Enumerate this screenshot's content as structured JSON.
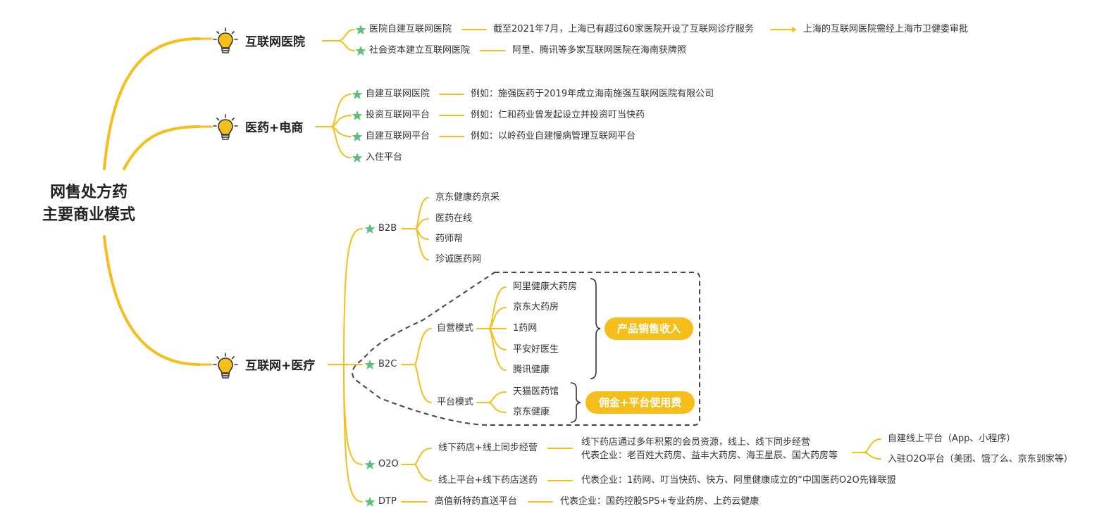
{
  "colors": {
    "branch": "#f6be1b",
    "star": "#5cc07a",
    "pill": "#f6be1b",
    "dashed": "#444444"
  },
  "icons": {
    "bulb": "lightbulb-icon",
    "star": "star-icon"
  },
  "root": {
    "line1": "网售处方药",
    "line2": "主要商业模式"
  },
  "branches": {
    "hospital": {
      "label": "互联网医院",
      "items": {
        "a": {
          "label": "医院自建互联网医院",
          "detail": "截至2021年7月，上海已有超过60家医院开设了互联网诊疗服务",
          "detail2": "上海的互联网医院需经上海市卫健委审批"
        },
        "b": {
          "label": "社会资本建立互联网医院",
          "detail": "阿里、腾讯等多家互联网医院在海南获牌照"
        }
      }
    },
    "pharma": {
      "label": "医药+电商",
      "items": {
        "a": {
          "label": "自建互联网医院",
          "detail": "例如：施强医药于2019年成立海南施强互联网医院有限公司"
        },
        "b": {
          "label": "投资互联网平台",
          "detail": "例如：仁和药业曾发起设立并投资叮当快药"
        },
        "c": {
          "label": "自建互联网平台",
          "detail": "例如：以岭药业自建慢病管理互联网平台"
        },
        "d": {
          "label": "入住平台"
        }
      }
    },
    "medical": {
      "label": "互联网+医疗",
      "b2b": {
        "label": "B2B",
        "items": [
          "京东健康药京采",
          "医药在线",
          "药师帮",
          "珍诚医药网"
        ]
      },
      "b2c": {
        "label": "B2C",
        "self": {
          "label": "自营模式",
          "items": [
            "阿里健康大药房",
            "京东大药房",
            "1药网",
            "平安好医生",
            "腾讯健康"
          ],
          "revenue": "产品销售收入"
        },
        "platform": {
          "label": "平台模式",
          "items": [
            "天猫医药馆",
            "京东健康"
          ],
          "revenue": "佣金+平台使用费"
        }
      },
      "o2o": {
        "label": "O2O",
        "a": {
          "label": "线下药店+线上同步经营",
          "detail1": "线下药店通过多年积累的会员资源，线上、线下同步经营",
          "detail2": "代表企业：老百姓大药房、益丰大药房、海王星辰、国大药房等",
          "opt1": "自建线上平台（App、小程序）",
          "opt2": "入驻O2O平台（美团、饿了么、京东到家等）"
        },
        "b": {
          "label": "线上平台+线下药店送药",
          "detail": "代表企业：1药网、叮当快药、快方、阿里健康成立的“中国医药O2O先锋联盟"
        }
      },
      "dtp": {
        "label": "DTP",
        "item": "高值新特药直送平台",
        "detail": "代表企业：国药控股SPS+专业药房、上药云健康"
      }
    }
  }
}
